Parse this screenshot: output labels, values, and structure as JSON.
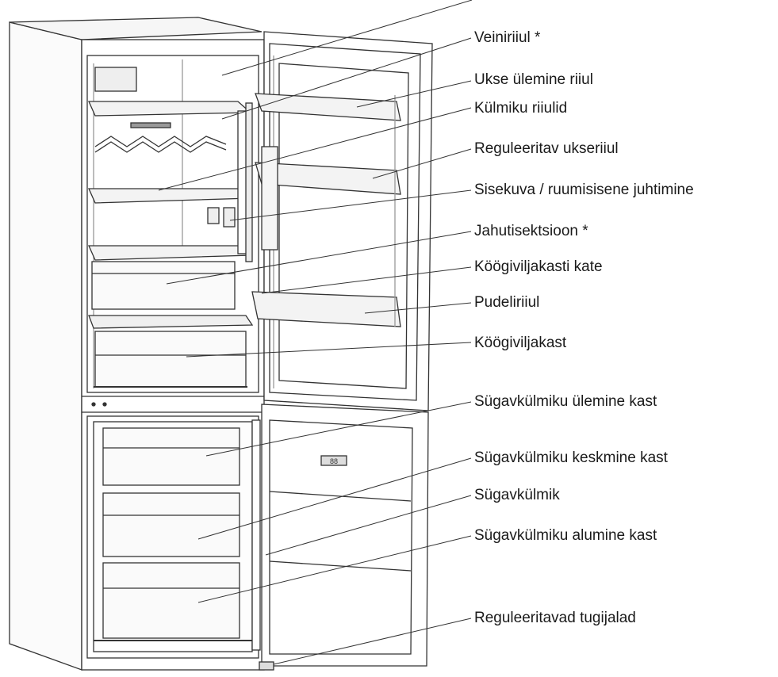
{
  "labels": [
    {
      "id": "wine-shelf",
      "text": "Veiniriiul *"
    },
    {
      "id": "door-top-shelf",
      "text": "Ukse ülemine riiul"
    },
    {
      "id": "fridge-shelves",
      "text": "Külmiku riiulid"
    },
    {
      "id": "adjustable-door-shelf",
      "text": "Reguleeritav ukseriiul"
    },
    {
      "id": "internal-display",
      "text": "Sisekuva / ruumisisene juhtimine"
    },
    {
      "id": "chiller-section",
      "text": "Jahutisektsioon *"
    },
    {
      "id": "crisper-cover",
      "text": "Köögiviljakasti kate"
    },
    {
      "id": "bottle-shelf",
      "text": "Pudeliriiul"
    },
    {
      "id": "crisper",
      "text": "Köögiviljakast"
    },
    {
      "id": "freezer-top-drawer",
      "text": "Sügavkülmiku ülemine kast"
    },
    {
      "id": "freezer-middle-drawer",
      "text": "Sügavkülmiku keskmine kast"
    },
    {
      "id": "freezer",
      "text": "Sügavkülmik"
    },
    {
      "id": "freezer-bottom-drawer",
      "text": "Sügavkülmiku alumine kast"
    },
    {
      "id": "adjustable-feet",
      "text": "Reguleeritavad tugijalad"
    }
  ],
  "display_panel": {
    "text": "88"
  }
}
